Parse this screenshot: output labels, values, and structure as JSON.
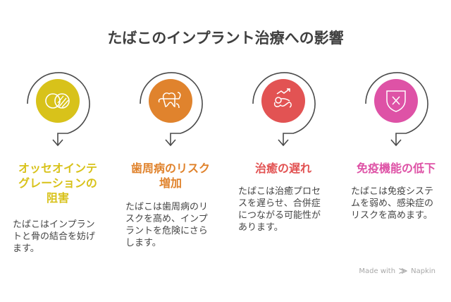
{
  "title": "たばこのインプラント治療への影響",
  "colors": {
    "yellow": "#d8c21a",
    "orange": "#e0832d",
    "red": "#e25353",
    "pink": "#de52a6",
    "arc": "#4a4a4a",
    "text": "#444444",
    "title": "#3f3f3f"
  },
  "items": [
    {
      "icon": "overlapping-circles-icon",
      "color": "#d8c21a",
      "heading": "オッセオインテグレーションの阻害",
      "heading_lines": [
        "オッセオインテ",
        "グレーションの",
        "阻害"
      ],
      "body_lines": [
        "たばこはインプラン",
        "トと骨の結合を妨げ",
        "ます。"
      ]
    },
    {
      "icon": "tooth-icon",
      "color": "#e0832d",
      "heading": "歯周病のリスク増加",
      "heading_lines": [
        "歯周病のリスク",
        "増加"
      ],
      "body_lines": [
        "たばこは歯周病のリ",
        "スクを高め、インプ",
        "ラントを危険にさら",
        "します。"
      ]
    },
    {
      "icon": "slow-healing-icon",
      "color": "#e25353",
      "heading": "治癒の遅れ",
      "heading_lines": [
        "治癒の遅れ"
      ],
      "body_lines": [
        "たばこは治癒プロセ",
        "スを遅らせ、合併症",
        "につながる可能性が",
        "あります。"
      ]
    },
    {
      "icon": "shield-x-icon",
      "color": "#de52a6",
      "heading": "免疫機能の低下",
      "heading_lines": [
        "免疫機能の低下"
      ],
      "body_lines": [
        "たばこは免疫システ",
        "ムを弱め、感染症の",
        "リスクを高めます。"
      ]
    }
  ],
  "footer": {
    "prefix": "Made with",
    "brand": "Napkin",
    "logo_icon": "napkin-logo-icon"
  }
}
